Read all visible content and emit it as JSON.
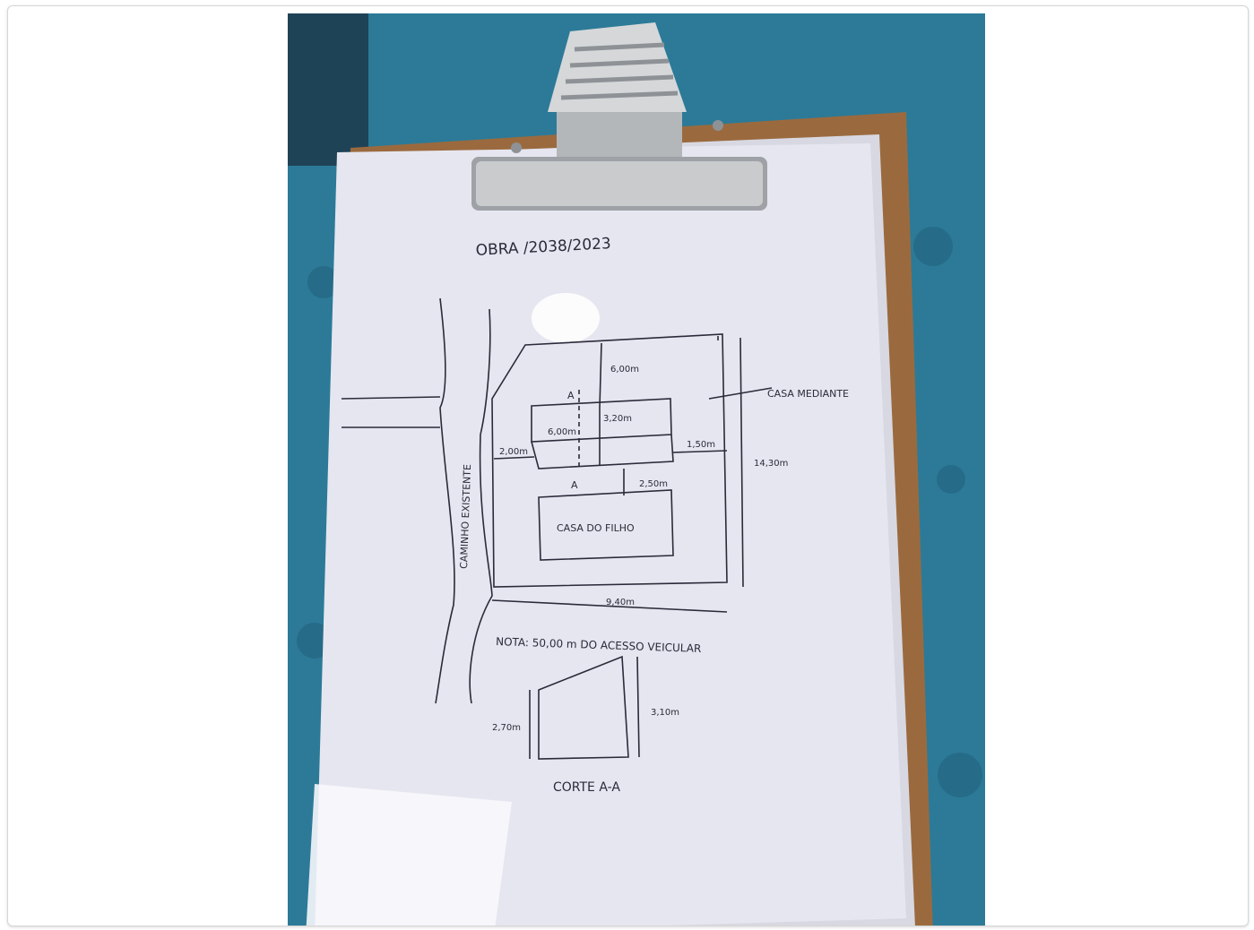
{
  "photo": {
    "description_alt": "",
    "colors": {
      "background_table": "#2c7a98",
      "clipboard_board": "#9a6a3e",
      "paper": "#e6e6f0",
      "ink": "#2a2a3a",
      "clip_metal": "#c0c2c4"
    },
    "sketch": {
      "title": "OBRA /2038/2023",
      "labels": {
        "road": "CAMINHO EXISTENTE",
        "house_existing": "CASA MEDIANTE",
        "house_front": "CASA DO FILHO",
        "dim_top": "6,00m",
        "dim_width_inner": "3,20m",
        "dim_left": "6,00m",
        "dim_side_left": "2,00m",
        "dim_side_right": "1,50m",
        "dim_gap": "2,50m",
        "dim_height_total": "14,30m",
        "dim_bottom": "9,40m",
        "section_a_top": "A",
        "section_a_bottom": "A",
        "note": "NOTA: 50,00 m DO ACESSO VEICULAR",
        "section_h_left": "2,70m",
        "section_h_right": "3,10m",
        "section_title": "CORTE A-A"
      }
    }
  }
}
